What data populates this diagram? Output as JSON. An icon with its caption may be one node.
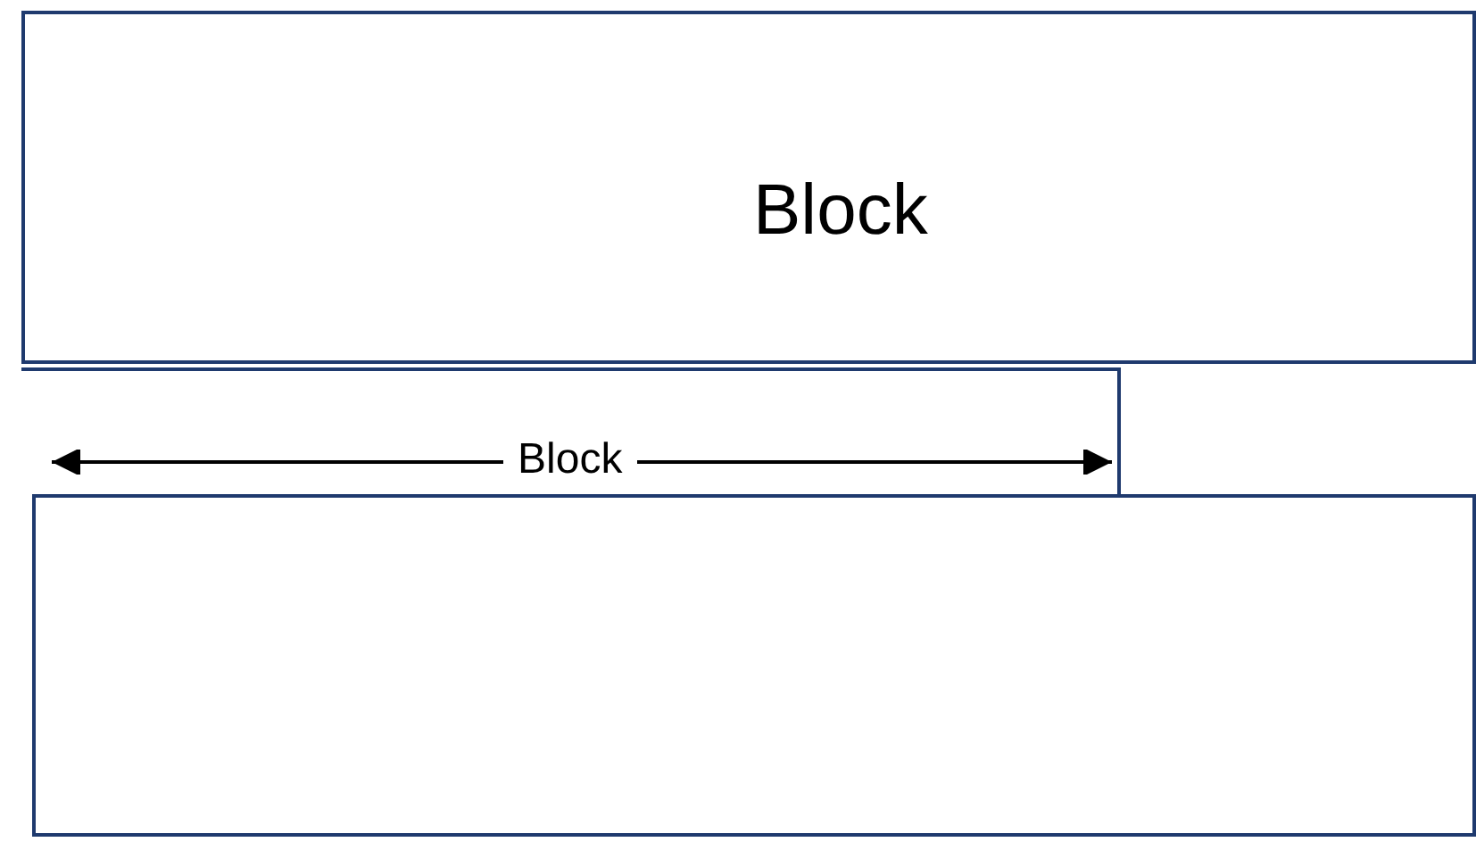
{
  "diagram": {
    "nodes": [
      {
        "text": [
          "Block"
        ]
      },
      {
        "text": [
          "Block"
        ]
      },
      {
        "text": [],
        "shape": "box"
      }
    ]
  }
}
